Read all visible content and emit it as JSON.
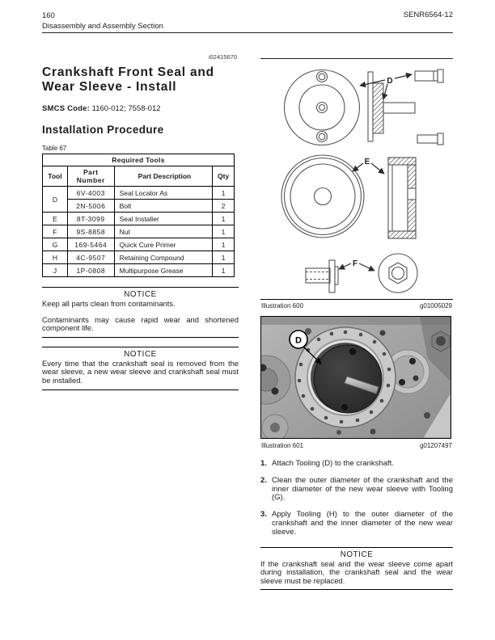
{
  "header": {
    "page_number": "160",
    "section_title": "Disassembly and Assembly Section",
    "document_code": "SENR6564-12"
  },
  "article": {
    "revision_id": "i02415670",
    "title": "Crankshaft Front Seal and Wear Sleeve - Install",
    "smcs_label": "SMCS Code:",
    "smcs_codes": "1160-012; 7558-012",
    "section_heading": "Installation Procedure",
    "table_caption": "Table 67"
  },
  "required_tools_table": {
    "title": "Required Tools",
    "columns": [
      "Tool",
      "Part Number",
      "Part Description",
      "Qty"
    ],
    "rows": [
      {
        "tool": "D",
        "part_number": "6V-4003",
        "description": "Seal Locator As",
        "qty": "1"
      },
      {
        "tool": "D",
        "part_number": "2N-5006",
        "description": "Bolt",
        "qty": "2"
      },
      {
        "tool": "E",
        "part_number": "8T-3099",
        "description": "Seal Installer",
        "qty": "1"
      },
      {
        "tool": "F",
        "part_number": "9S-8858",
        "description": "Nut",
        "qty": "1"
      },
      {
        "tool": "G",
        "part_number": "169-5464",
        "description": "Quick Cure Primer",
        "qty": "1"
      },
      {
        "tool": "H",
        "part_number": "4C-9507",
        "description": "Retaining Compound",
        "qty": "1"
      },
      {
        "tool": "J",
        "part_number": "1P-0808",
        "description": "Multipurpose Grease",
        "qty": "1"
      }
    ]
  },
  "notices": [
    {
      "heading": "NOTICE",
      "paragraphs": [
        "Keep all parts clean from contaminants.",
        "Contaminants may cause rapid wear and shortened component life."
      ]
    },
    {
      "heading": "NOTICE",
      "paragraphs": [
        "Every time that the crankshaft seal is removed from the wear sleeve, a new wear sleeve and crankshaft seal must be installed."
      ]
    },
    {
      "heading": "NOTICE",
      "paragraphs": [
        "If the crankshaft seal and the wear sleeve come apart during installation, the crankshaft seal and the wear sleeve must be replaced."
      ]
    }
  ],
  "illustration_600": {
    "caption": "Illustration 600",
    "graphic_id": "g01005029",
    "labels": {
      "d": "D",
      "e": "E",
      "f": "F"
    }
  },
  "illustration_601": {
    "caption": "Illustration 601",
    "graphic_id": "g01207497",
    "labels": {
      "d": "D"
    }
  },
  "steps": [
    {
      "number": "1.",
      "text": "Attach Tooling (D) to the crankshaft."
    },
    {
      "number": "2.",
      "text": "Clean the outer diameter of the crankshaft and the inner diameter of the new wear sleeve with Tooling (G)."
    },
    {
      "number": "3.",
      "text": "Apply Tooling (H) to the outer diameter of the crankshaft and the inner diameter of the new wear sleeve."
    }
  ]
}
